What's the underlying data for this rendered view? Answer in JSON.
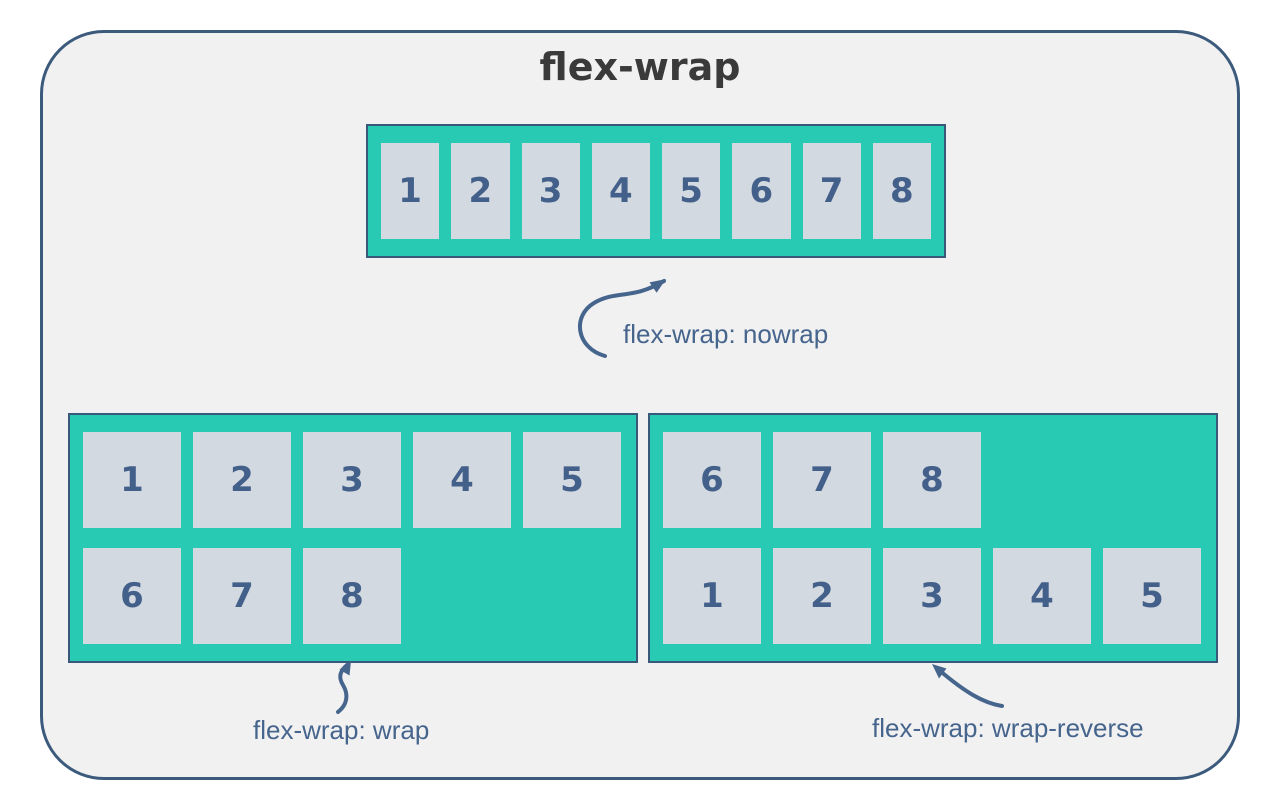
{
  "title": "flex-wrap",
  "colors": {
    "panel_bg": "#f1f1f2",
    "panel_border": "#3c5a7c",
    "container_border": "#3a587a",
    "teal": "#29cab3",
    "item_bg": "#d3d9e0",
    "number_text": "#43608a",
    "label_text": "#46658d",
    "title_text": "#3a3a3a",
    "arrow": "#46658d"
  },
  "examples": [
    {
      "id": "nowrap",
      "label": "flex-wrap: nowrap",
      "flex_wrap_value": "nowrap",
      "items": [
        "1",
        "2",
        "3",
        "4",
        "5",
        "6",
        "7",
        "8"
      ]
    },
    {
      "id": "wrap",
      "label": "flex-wrap: wrap",
      "flex_wrap_value": "wrap",
      "items": [
        "1",
        "2",
        "3",
        "4",
        "5",
        "6",
        "7",
        "8"
      ]
    },
    {
      "id": "wrap-reverse",
      "label": "flex-wrap: wrap-reverse",
      "flex_wrap_value": "wrap-reverse",
      "items": [
        "1",
        "2",
        "3",
        "4",
        "5",
        "6",
        "7",
        "8"
      ]
    }
  ]
}
